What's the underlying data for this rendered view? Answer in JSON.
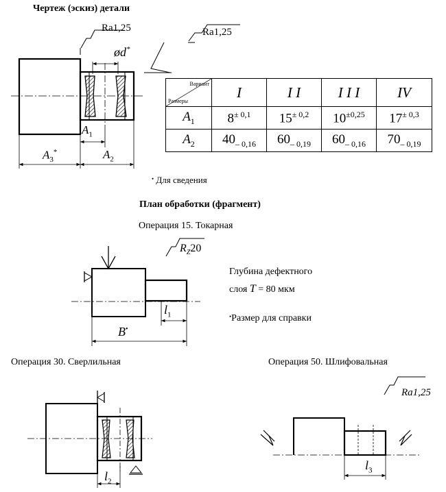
{
  "drawing": {
    "title": "Чертеж (эскиз) детали",
    "ra_left": "Ra1,25",
    "ra_right": "Ra1,25",
    "dim_d": "ød",
    "dim_a1": "A",
    "dim_a1_sub": "1",
    "dim_a2": "A",
    "dim_a2_sub": "2",
    "dim_a3": "A",
    "dim_a3_sub": "3",
    "star": "*",
    "footnote": "Для сведения",
    "bullet": "•"
  },
  "variant_table": {
    "corner_top": "Вариант",
    "corner_bottom": "Размеры",
    "variants": [
      "I",
      "I I",
      "I I I",
      "IV"
    ],
    "rows": [
      {
        "label": "A",
        "label_sub": "1",
        "cells": [
          {
            "v": "8",
            "tol": "± 0,1"
          },
          {
            "v": "15",
            "tol": "± 0,2"
          },
          {
            "v": "10",
            "tol": "±0,25"
          },
          {
            "v": "17",
            "tol": "± 0,3"
          }
        ]
      },
      {
        "label": "A",
        "label_sub": "2",
        "cells": [
          {
            "v": "40",
            "tol": "– 0,16"
          },
          {
            "v": "60",
            "tol": "– 0,19"
          },
          {
            "v": "60",
            "tol": "– 0,16"
          },
          {
            "v": "70",
            "tol": "– 0,19"
          }
        ]
      }
    ]
  },
  "plan": {
    "title": "План обработки (фрагмент)",
    "op15": {
      "title": "Операция 15. Токарная",
      "roughness": "Rz20",
      "depth_line1": "Глубина дефектного",
      "depth_line2_pre": "слоя ",
      "depth_T": "T",
      "depth_line2_post": " = 80 мкм",
      "ref_note": "Размер для справки",
      "dim_l": "l",
      "dim_l_sub": "1",
      "dim_b": "B"
    },
    "op30": {
      "title": "Операция 30. Сверлильная",
      "dim_l": "l",
      "dim_l_sub": "2"
    },
    "op50": {
      "title": "Операция 50. Шлифовальная",
      "roughness": "Ra1,25",
      "dim_l": "l",
      "dim_l_sub": "3"
    }
  }
}
